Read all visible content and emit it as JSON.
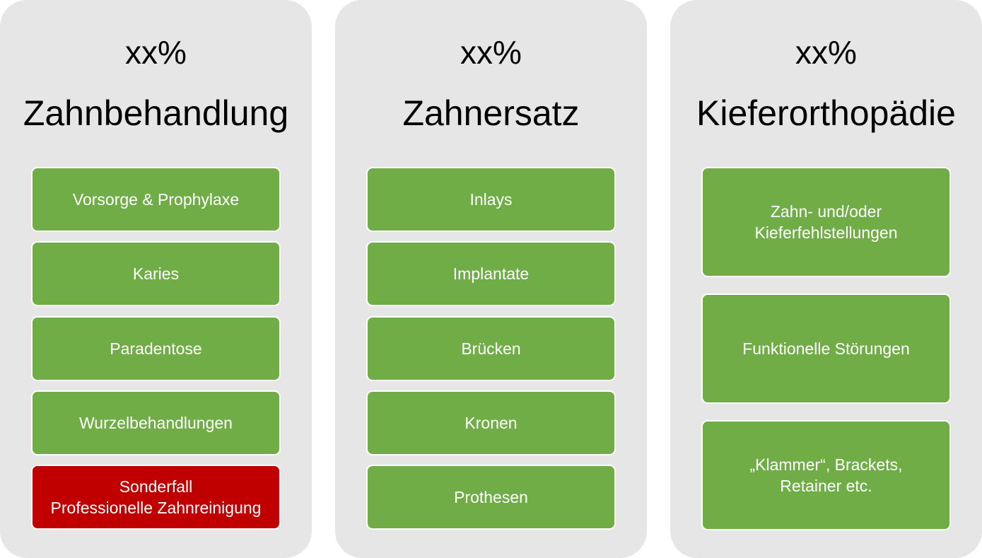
{
  "columns": [
    {
      "percent": "xx%",
      "title": "Zahnbehandlung",
      "items": [
        {
          "lines": [
            "Vorsorge & Prophylaxe"
          ]
        },
        {
          "lines": [
            "Karies"
          ]
        },
        {
          "lines": [
            "Paradentose"
          ]
        },
        {
          "lines": [
            "Wurzelbehandlungen"
          ]
        },
        {
          "lines": [
            "Sonderfall",
            "Professionelle Zahnreinigung"
          ]
        }
      ]
    },
    {
      "percent": "xx%",
      "title": "Zahnersatz",
      "items": [
        {
          "lines": [
            "Inlays"
          ]
        },
        {
          "lines": [
            "Implantate"
          ]
        },
        {
          "lines": [
            "Brücken"
          ]
        },
        {
          "lines": [
            "Kronen"
          ]
        },
        {
          "lines": [
            "Prothesen"
          ]
        }
      ]
    },
    {
      "percent": "xx%",
      "title": "Kieferorthopädie",
      "items": [
        {
          "lines": [
            "Zahn- und/oder",
            "Kieferfehlstellungen"
          ]
        },
        {
          "lines": [
            "Funktionelle Störungen"
          ]
        },
        {
          "lines": [
            "„Klammer“, Brackets,",
            "Retainer etc."
          ]
        }
      ]
    }
  ],
  "colors": {
    "panel_background": "#e7e6e6",
    "item_green": "#70ad47",
    "item_special_red": "#c00000",
    "item_text": "#ffffff",
    "heading_text": "#000000"
  }
}
